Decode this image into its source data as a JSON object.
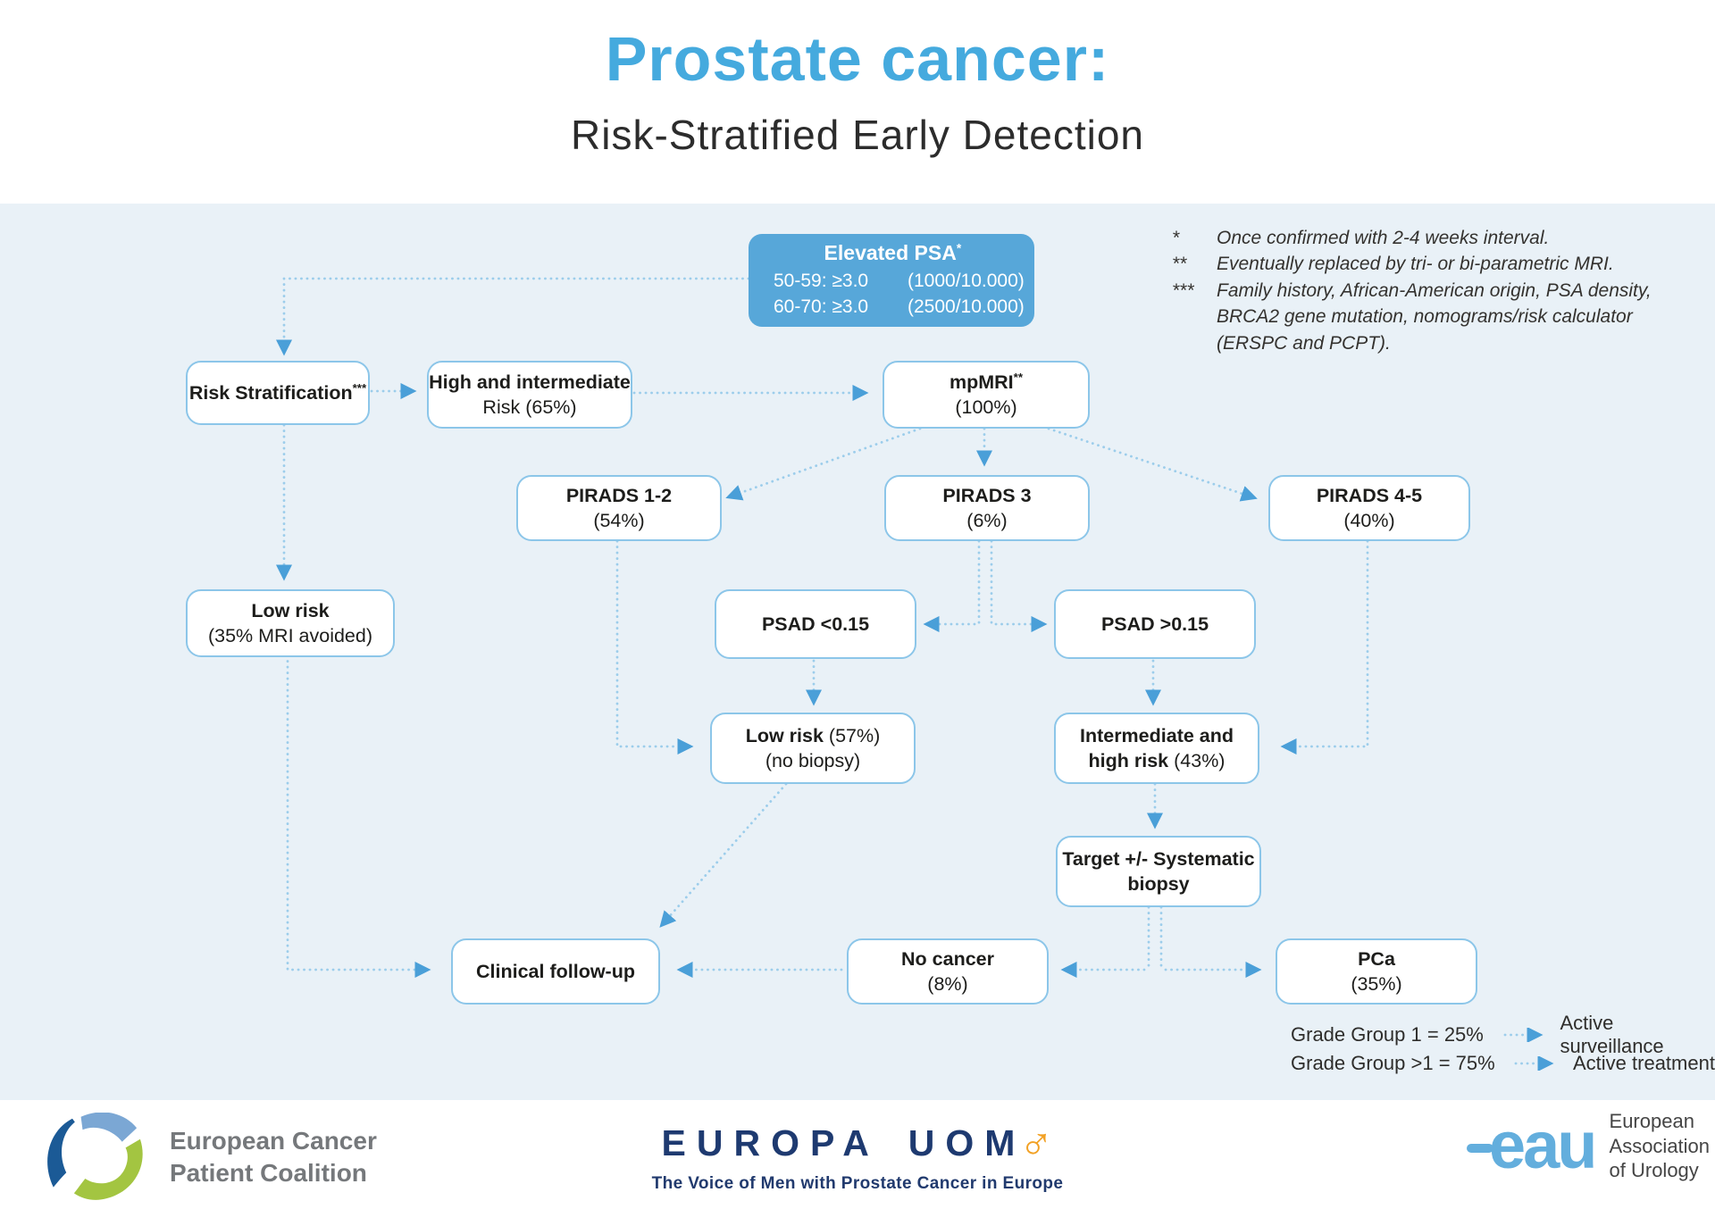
{
  "title": {
    "main": "Prostate cancer:",
    "subtitle": "Risk-Stratified Early Detection"
  },
  "psa_box": {
    "title": "Elevated PSA",
    "sup": "*",
    "rows": [
      {
        "range": "50-59: ≥3.0",
        "rate": "(1000/10.000)"
      },
      {
        "range": "60-70: ≥3.0",
        "rate": "(2500/10.000)"
      }
    ]
  },
  "footnotes": [
    {
      "marker": "*",
      "text": "Once confirmed with 2-4 weeks interval."
    },
    {
      "marker": "**",
      "text": "Eventually replaced by tri- or bi-parametric MRI."
    },
    {
      "marker": "***",
      "text": "Family history, African-American origin, PSA density, BRCA2 gene mutation, nomograms/risk calculator (ERSPC and PCPT)."
    }
  ],
  "nodes": {
    "risk_strat": {
      "label": "Risk Stratification",
      "sup": "***"
    },
    "high_int": {
      "line1": "High and intermediate",
      "line2": "Risk (65%)"
    },
    "mpmri": {
      "label": "mpMRI",
      "sup": "**",
      "line2": "(100%)"
    },
    "pirads12": {
      "line1": "PIRADS 1-2",
      "line2": "(54%)"
    },
    "pirads3": {
      "line1": "PIRADS 3",
      "line2": "(6%)"
    },
    "pirads45": {
      "line1": "PIRADS 4-5",
      "line2": "(40%)"
    },
    "low_risk_mri": {
      "line1": "Low risk",
      "line2": "(35% MRI avoided)"
    },
    "psad_lt": {
      "line1": "PSAD <0.15"
    },
    "psad_gt": {
      "line1": "PSAD >0.15"
    },
    "low_risk_57": {
      "bold": "Low risk",
      "rest": " (57%)",
      "line2": "(no biopsy)"
    },
    "int_high": {
      "line1": "Intermediate and",
      "bold2": "high risk",
      "rest2": " (43%)"
    },
    "target": {
      "line1": "Target +/- Systematic",
      "line2": "biopsy"
    },
    "clinical": {
      "line1": "Clinical follow-up"
    },
    "no_cancer": {
      "line1": "No cancer",
      "line2": "(8%)"
    },
    "pca": {
      "line1": "PCa",
      "line2": "(35%)"
    }
  },
  "grade_legend": [
    {
      "label": "Grade Group 1 = 25%",
      "action": "Active surveillance"
    },
    {
      "label": "Grade Group >1 = 75%",
      "action": "Active treatment"
    }
  ],
  "footer": {
    "ecpc": {
      "line1": "European Cancer",
      "line2": "Patient Coalition"
    },
    "europa_uomo": {
      "wordmark": "EUROPA UOM",
      "male_symbol": "♂",
      "tagline": "The Voice of Men with Prostate Cancer in Europe"
    },
    "eau": {
      "wordmark": "eau",
      "line1": "European",
      "line2": "Association",
      "line3": "of Urology"
    }
  },
  "colors": {
    "title_blue": "#45AADE",
    "panel_bg": "#E9F1F7",
    "box_border": "#8CC6E9",
    "psa_box_bg": "#57A7D9",
    "arrow_dot": "#9CCDEB",
    "arrow_head": "#4A9FD8",
    "europa_navy": "#1E3A70",
    "europa_orange": "#F2A124",
    "eau_blue": "#63AEDD",
    "ecpc_darkblue": "#1B5A96",
    "ecpc_lightblue": "#7BA7D4",
    "ecpc_green": "#A3C541"
  }
}
